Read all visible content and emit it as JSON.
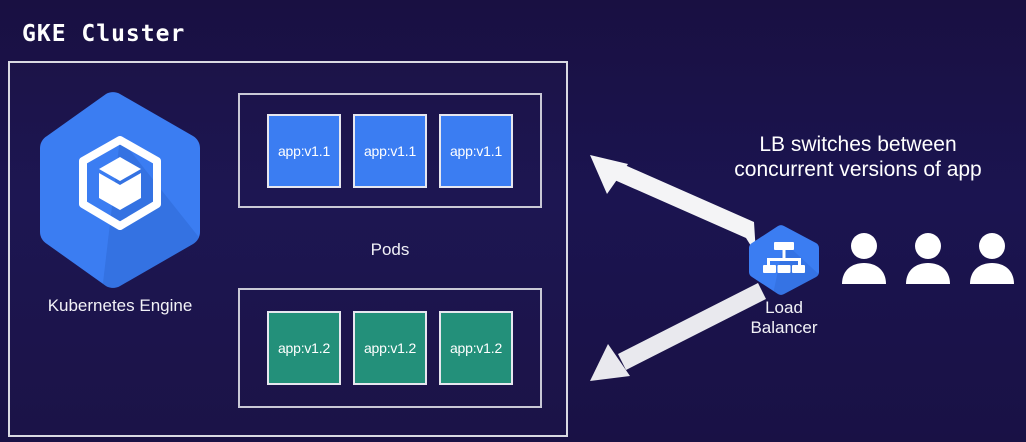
{
  "diagram": {
    "title": "GKE Cluster",
    "background_color": "#1b1450"
  },
  "cluster": {
    "node": {
      "icon": "kubernetes-engine-hexagon-icon",
      "label": "Kubernetes Engine",
      "color": "#3b7df2"
    },
    "pods_label": "Pods",
    "pod_groups": [
      {
        "version": "v1.1",
        "color": "#3b7df2",
        "pods": [
          {
            "label": "app:v1.1"
          },
          {
            "label": "app:v1.1"
          },
          {
            "label": "app:v1.1"
          }
        ]
      },
      {
        "version": "v1.2",
        "color": "#23907a",
        "pods": [
          {
            "label": "app:v1.2"
          },
          {
            "label": "app:v1.2"
          },
          {
            "label": "app:v1.2"
          }
        ]
      }
    ]
  },
  "annotation": {
    "line1": "LB switches between",
    "line2": "concurrent versions of app"
  },
  "load_balancer": {
    "icon": "load-balancer-hexagon-icon",
    "label_line1": "Load",
    "label_line2": "Balancer",
    "color": "#3b7df2"
  },
  "users": {
    "count": 3,
    "icon": "user-icon",
    "color": "#ffffff"
  },
  "arrows": [
    {
      "name": "arrow-to-v11-pods",
      "direction": "up-left",
      "color": "#f2f2f2"
    },
    {
      "name": "arrow-to-v12-pods",
      "direction": "down-left",
      "color": "#e8e8e8"
    }
  ]
}
